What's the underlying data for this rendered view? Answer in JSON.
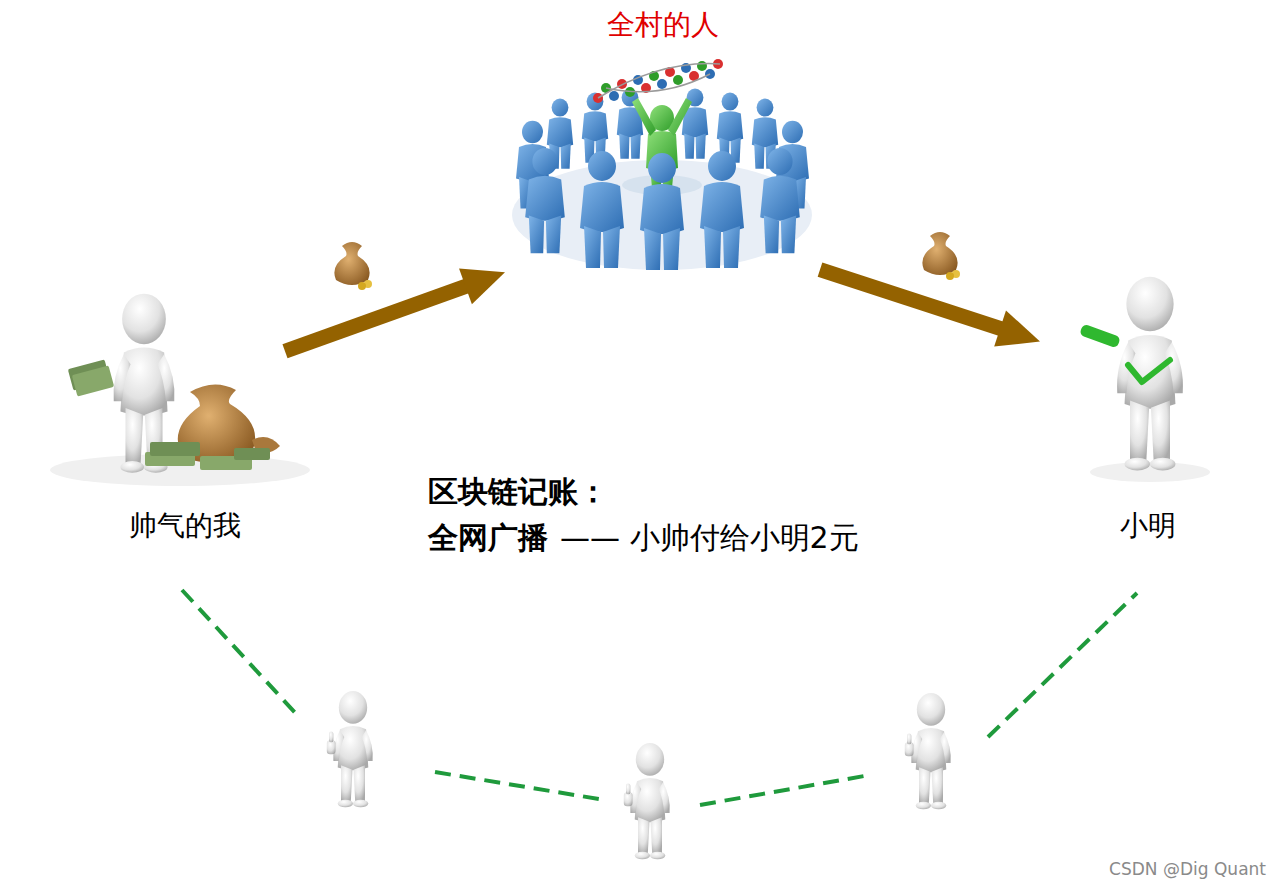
{
  "diagram": {
    "nodes": [
      {
        "text": [
          "全村的人"
        ]
      },
      {
        "text": [
          "帅气的我"
        ]
      },
      {
        "text": [
          "小明"
        ]
      }
    ],
    "edges": [
      {
        "from": 1,
        "to": 0,
        "arrow": "to"
      },
      {
        "from": 0,
        "to": 2,
        "arrow": "to"
      }
    ],
    "labels": [
      "区块链记账：",
      "全网广播",
      "—— 小帅付给小明2元",
      "CSDN @Dig Quant"
    ]
  }
}
